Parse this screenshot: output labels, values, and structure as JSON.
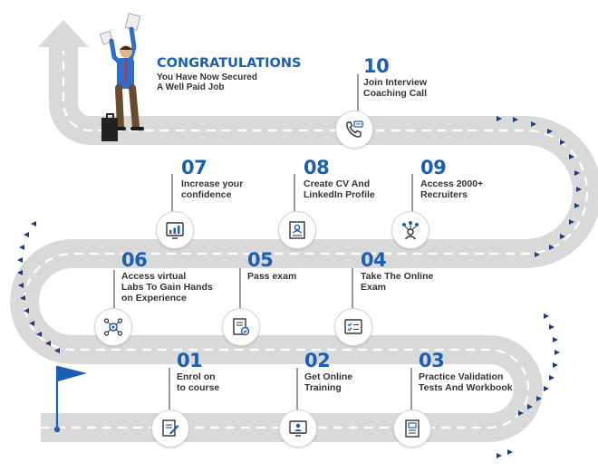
{
  "header": {
    "title": "CONGRATULATIONS",
    "subtitle_lines": [
      "You Have Now Secured",
      "A Well Paid Job"
    ]
  },
  "colors": {
    "accent": "#1a5fb4",
    "road": "#d9d9d9",
    "road_dash": "#ffffff",
    "text": "#333333",
    "chevron": "#1f3d7a"
  },
  "steps": [
    {
      "number": "01",
      "lines": [
        "Enrol on",
        "to course"
      ],
      "icon": "enrol-form-icon"
    },
    {
      "number": "02",
      "lines": [
        "Get Online",
        "Training"
      ],
      "icon": "online-training-icon"
    },
    {
      "number": "03",
      "lines": [
        "Practice Validation",
        "Tests And Workbook"
      ],
      "icon": "workbook-icon"
    },
    {
      "number": "04",
      "lines": [
        "Take The Online",
        "Exam"
      ],
      "icon": "online-exam-icon"
    },
    {
      "number": "05",
      "lines": [
        "Pass exam"
      ],
      "icon": "certificate-icon"
    },
    {
      "number": "06",
      "lines": [
        "Access virtual",
        "Labs To Gain Hands",
        "on Experience"
      ],
      "icon": "virtual-labs-icon"
    },
    {
      "number": "07",
      "lines": [
        "Increase your",
        "confidence"
      ],
      "icon": "confidence-icon"
    },
    {
      "number": "08",
      "lines": [
        "Create CV And",
        "LinkedIn Profile"
      ],
      "icon": "cv-profile-icon"
    },
    {
      "number": "09",
      "lines": [
        "Access 2000+",
        "Recruiters"
      ],
      "icon": "recruiters-icon"
    },
    {
      "number": "10",
      "lines": [
        "Join Interview",
        "Coaching Call"
      ],
      "icon": "coaching-call-icon"
    }
  ]
}
